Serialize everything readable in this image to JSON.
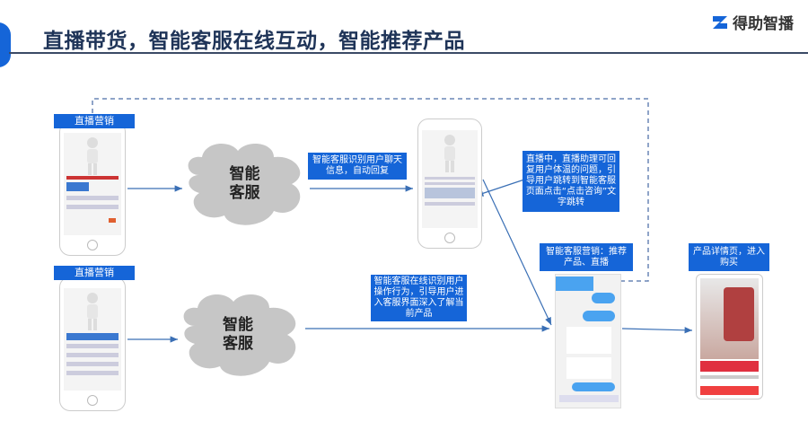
{
  "header": {
    "title": "直播带货，智能客服在线互动，智能推荐产品",
    "logo_text": "得助智播"
  },
  "labels": {
    "live_marketing_1": "直播营销",
    "live_marketing_2": "直播营销",
    "cs_marketing": "智能客服营销：推荐产品、直播",
    "product_page": "产品详情页，进入购买"
  },
  "clouds": {
    "cloud1": [
      "智能",
      "客服"
    ],
    "cloud2": [
      "智能",
      "客服"
    ]
  },
  "notes": {
    "auto_reply": "智能客服识别用户聊天信息，自动回复",
    "assistant": "直播中，直播助理可回复用户体温的问题，引导用户跳转到智能客服页面点击“点击咨询”文字跳转",
    "behavior": "智能客服在线识别用户操作行为，引导用户进入客服界面深入了解当前产品"
  },
  "colors": {
    "accent": "#1565d8",
    "title": "#1f3458",
    "arrow": "#3a6fb5"
  }
}
